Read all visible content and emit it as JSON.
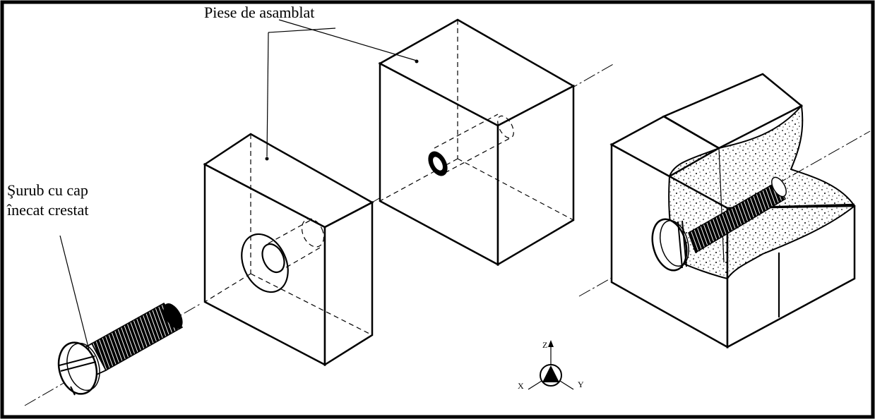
{
  "labels": {
    "assembled_parts": "Piese de asamblat",
    "screw_line1": "Şurub cu cap",
    "screw_line2": "înecat crestat"
  },
  "axes": {
    "z": "Z",
    "x": "X",
    "y": "Y"
  },
  "colors": {
    "ink": "#000000",
    "background": "#ffffff"
  }
}
